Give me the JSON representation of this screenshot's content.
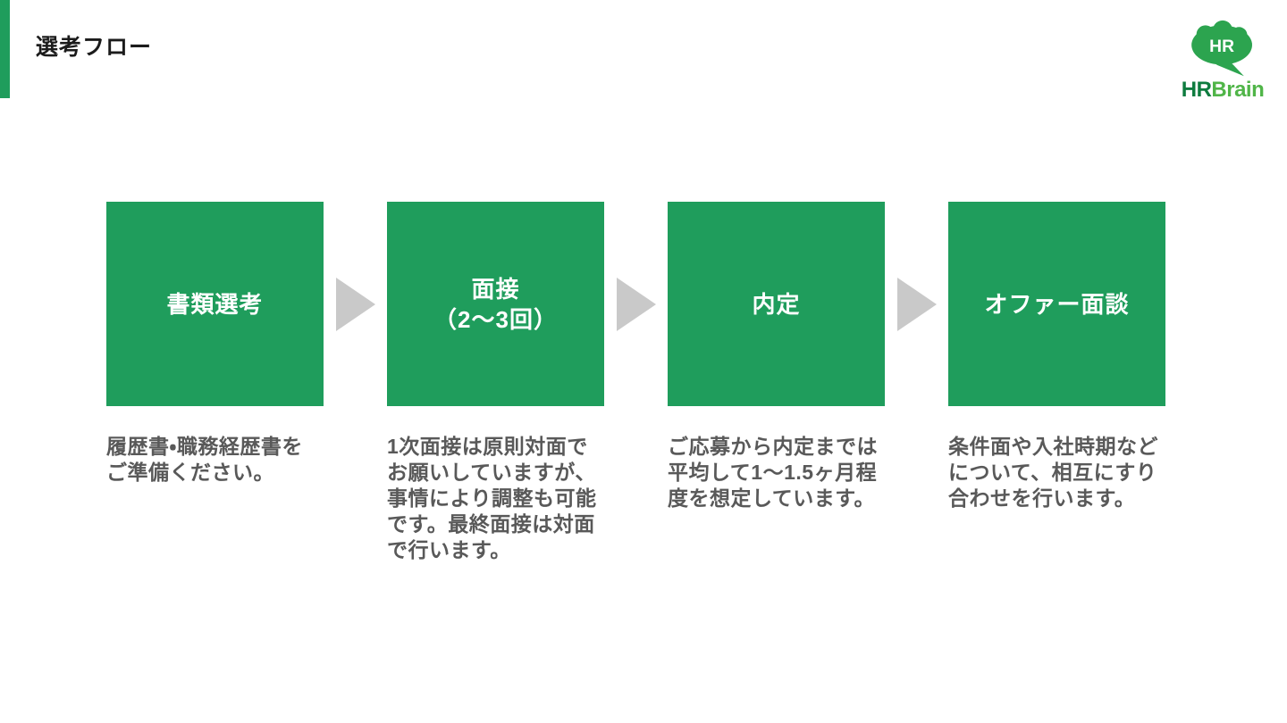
{
  "page": {
    "title": "選考フロー"
  },
  "logo": {
    "bubble_text": "HR",
    "wordmark_hr": "HR",
    "wordmark_brain": "Brain"
  },
  "flow": {
    "steps": [
      {
        "label": "書類選考",
        "description": "履歴書・職務経歴書を\nご準備ください。"
      },
      {
        "label": "面接\n（2〜3回）",
        "description": "1次面接は原則対面で\nお願いしていますが、\n事情により調整も可能\nです。最終面接は対面\nで行います。"
      },
      {
        "label": "内定",
        "description": "ご応募から内定までは\n平均して1〜1.5ヶ月程\n度を想定しています。"
      },
      {
        "label": "オファー面談",
        "description": "条件面や入社時期など\nについて、相互にすり\n合わせを行います。"
      }
    ]
  },
  "colors": {
    "background": "#FFFFFF",
    "box_green": "#1F9D5C",
    "bar_green": "#1F9D5C",
    "arrow_gray": "#C9C9C9",
    "title_color": "#1B1B1B",
    "desc_gray": "#595959",
    "step_text": "#FFFFFF",
    "logo_bubble_green": "#2CA44F",
    "logo_hr_green": "#0E7C3F",
    "logo_brain_green": "#50B548"
  }
}
